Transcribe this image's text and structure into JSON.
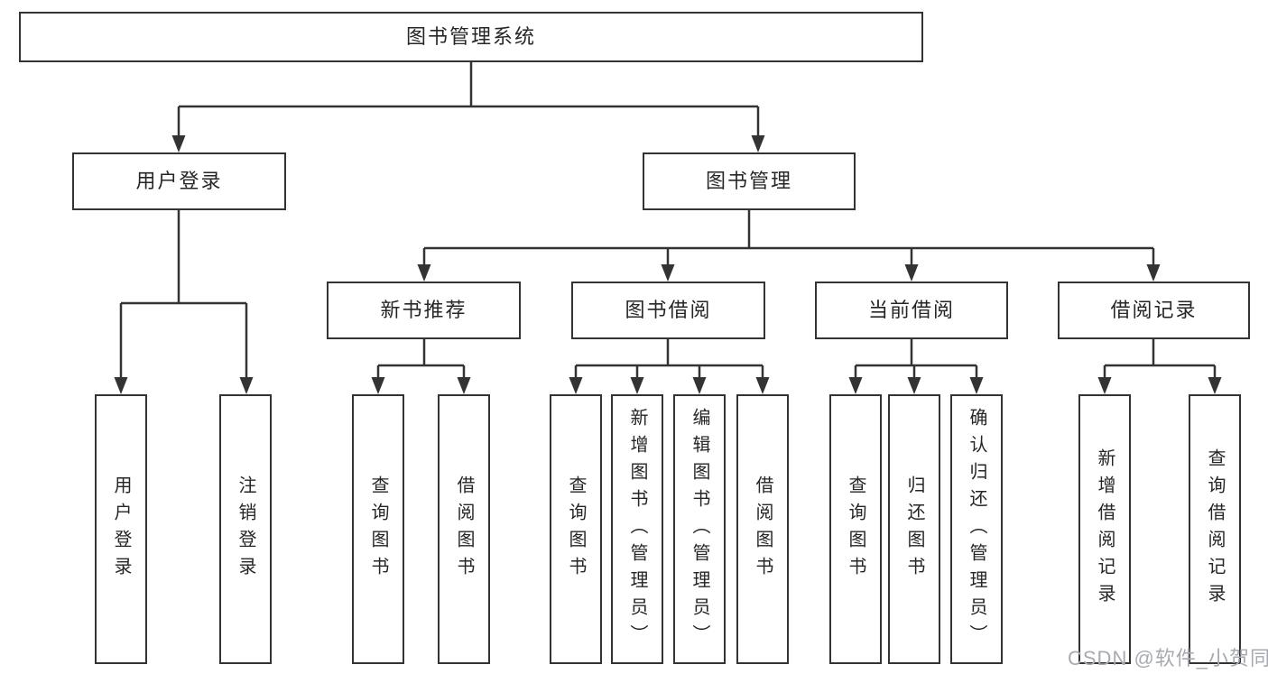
{
  "diagram": {
    "title": "图书管理系统",
    "children": [
      {
        "label": "用户登录",
        "children": [
          {
            "label": "用户登录"
          },
          {
            "label": "注销登录"
          }
        ]
      },
      {
        "label": "图书管理",
        "children": [
          {
            "label": "新书推荐",
            "children": [
              {
                "label": "查询图书"
              },
              {
                "label": "借阅图书"
              }
            ]
          },
          {
            "label": "图书借阅",
            "children": [
              {
                "label": "查询图书"
              },
              {
                "label": "新增图书（管理员）"
              },
              {
                "label": "编辑图书（管理员）"
              },
              {
                "label": "借阅图书"
              }
            ]
          },
          {
            "label": "当前借阅",
            "children": [
              {
                "label": "查询图书"
              },
              {
                "label": "归还图书"
              },
              {
                "label": "确认归还（管理员）"
              }
            ]
          },
          {
            "label": "借阅记录",
            "children": [
              {
                "label": "新增借阅记录"
              },
              {
                "label": "查询借阅记录"
              }
            ]
          }
        ]
      }
    ]
  },
  "watermark": {
    "text": "CSDN @软件_小贺同学"
  },
  "colors": {
    "background": "#ffffff",
    "line": "#333333",
    "text": "#262626",
    "watermark": "#a7aab1"
  }
}
